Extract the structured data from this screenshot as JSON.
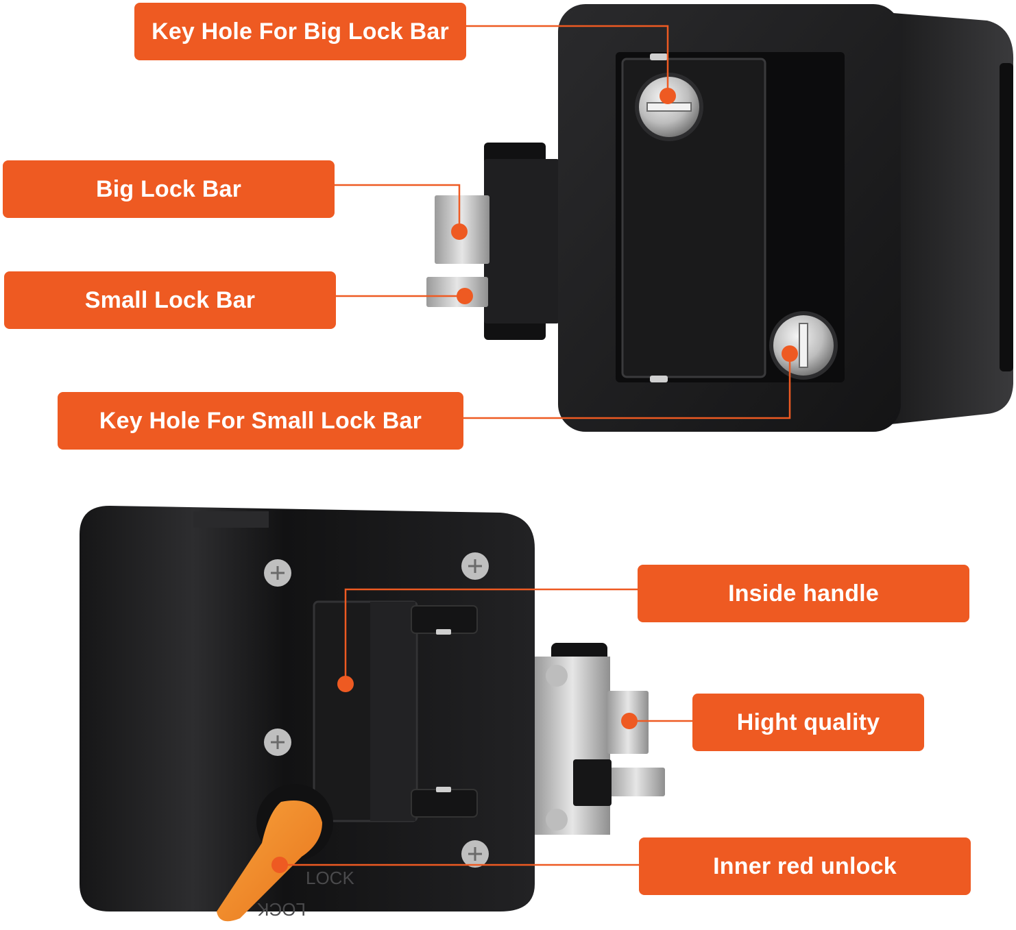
{
  "callouts": {
    "key_hole_big": "Key Hole For Big Lock Bar",
    "big_lock_bar": "Big Lock Bar",
    "small_lock_bar": "Small Lock Bar",
    "key_hole_small": "Key Hole For Small Lock Bar",
    "inside_handle": "Inside handle",
    "high_quality": "Hight quality",
    "inner_red_unlock": "Inner red unlock"
  },
  "lever_engraving": {
    "top": "LOCK",
    "bottom": "LOCK"
  },
  "colors": {
    "accent": "#ee5a22",
    "lock_body": "#1c1c1e",
    "metal": "#c9c9c9",
    "lever": "#f08a2a"
  }
}
